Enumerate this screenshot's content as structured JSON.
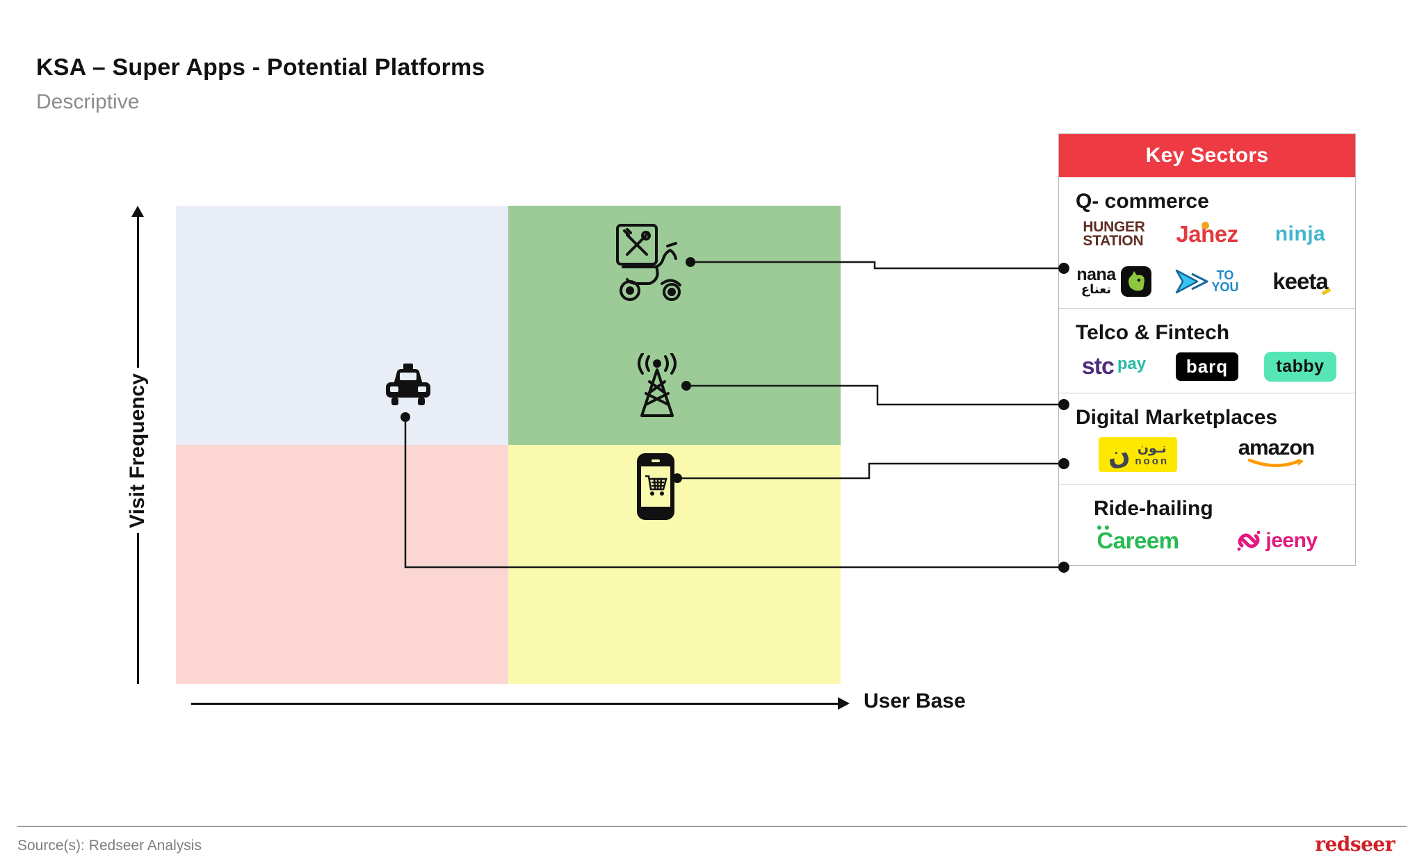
{
  "slide": {
    "title": "KSA – Super Apps - Potential Platforms",
    "subtitle": "Descriptive"
  },
  "chart_data": {
    "type": "scatter",
    "title": "KSA – Super Apps - Potential Platforms",
    "subtitle": "Descriptive",
    "xlabel": "User Base",
    "ylabel": "Visit Frequency",
    "gridlines": false,
    "axis_style": "arrows-no-ticks",
    "quadrant_colors": {
      "top_left": "#e9eef6",
      "top_right": "#9ccb97",
      "bottom_left": "#fbd6d3",
      "bottom_right": "#fafaae"
    },
    "points": [
      {
        "id": "q-commerce",
        "icon": "delivery-scooter-icon",
        "sector": "Q- commerce",
        "x_rel": 0.71,
        "y_rel": 0.88,
        "quadrant": "top-right"
      },
      {
        "id": "telco-fintech",
        "icon": "telecom-tower-icon",
        "sector": "Telco & Fintech",
        "x_rel": 0.71,
        "y_rel": 0.63,
        "quadrant": "top-right"
      },
      {
        "id": "digital-marketplaces",
        "icon": "mobile-shopping-icon",
        "sector": "Digital Marketplaces",
        "x_rel": 0.72,
        "y_rel": 0.41,
        "quadrant": "bottom-right"
      },
      {
        "id": "ride-hailing",
        "icon": "taxi-icon",
        "sector": "Ride-hailing",
        "x_rel": 0.35,
        "y_rel": 0.62,
        "quadrant": "top-left"
      }
    ]
  },
  "key_sectors": {
    "header": {
      "label": "Key Sectors",
      "bg_color": "#ee3a43",
      "text_color": "#ffffff"
    },
    "sections": [
      {
        "title": "Q- commerce",
        "brands": [
          {
            "name": "HungerStation",
            "line1": "HUNGER",
            "line2": "STATION",
            "color": "#5f2c21"
          },
          {
            "name": "Jahez",
            "label": "Jahez",
            "color": "#e23b3e",
            "accent": "#f2a51d"
          },
          {
            "name": "Ninja",
            "label": "ninja",
            "color": "#41b6cc"
          },
          {
            "name": "Nana",
            "latin": "nana",
            "arabic": "نعناع",
            "color": "#141414",
            "accent": "#8dc63f"
          },
          {
            "name": "ToYou",
            "line1": "TO",
            "line2": "YOU",
            "color": "#1e88c9",
            "accent": "#35c4f0"
          },
          {
            "name": "Keeta",
            "label": "keeta",
            "color": "#141414",
            "accent": "#f0c419"
          }
        ]
      },
      {
        "title": "Telco & Fintech",
        "brands": [
          {
            "name": "stc pay",
            "stc": "stc",
            "pay": "pay",
            "stc_color": "#4f2d7f",
            "pay_color": "#29b9a8"
          },
          {
            "name": "barq",
            "label": "barq",
            "bg": "#000000",
            "color": "#ffffff"
          },
          {
            "name": "tabby",
            "label": "tabby",
            "bg": "#56e5b6",
            "color": "#101010"
          }
        ]
      },
      {
        "title": "Digital Marketplaces",
        "brands": [
          {
            "name": "noon",
            "initial": "ن",
            "arabic": "نـون",
            "latin": "noon",
            "bg": "#ffe800",
            "color": "#3f4553"
          },
          {
            "name": "amazon",
            "label": "amazon",
            "color": "#131313",
            "accent": "#ff9900"
          }
        ]
      },
      {
        "title": "Ride-hailing",
        "brands": [
          {
            "name": "Careem",
            "label": "Careem",
            "color": "#27ba52"
          },
          {
            "name": "jeeny",
            "label": "jeeny",
            "color": "#e2187d"
          }
        ]
      }
    ]
  },
  "footer": {
    "source": "Source(s): Redseer Analysis",
    "brand_logo": "redseer",
    "brand_color": "#cf2028"
  }
}
